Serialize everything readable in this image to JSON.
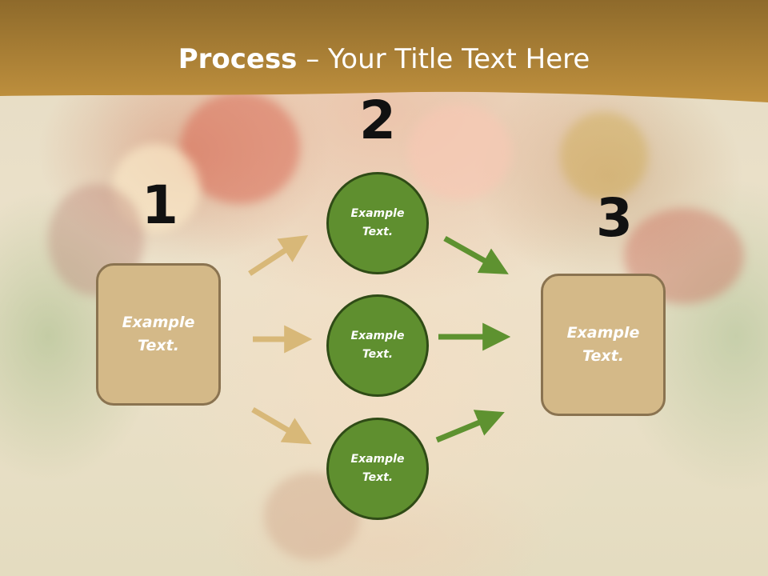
{
  "title": {
    "bold": "Process",
    "rest": " – Your Title Text Here"
  },
  "steps": {
    "one": "1",
    "two": "2",
    "three": "3"
  },
  "boxes": {
    "left": "Example\nText.",
    "right": "Example\nText."
  },
  "circles": {
    "top": "Example\nText.",
    "middle": "Example\nText.",
    "bottom": "Example\nText."
  },
  "colors": {
    "header": "#b8862e",
    "box_fill": "#d4b988",
    "box_border": "#8a7350",
    "circle_fill": "#5f8f2f",
    "circle_border": "#2f4b16",
    "tan_arrow": "#d8b878",
    "green_arrow": "#5e9230"
  }
}
